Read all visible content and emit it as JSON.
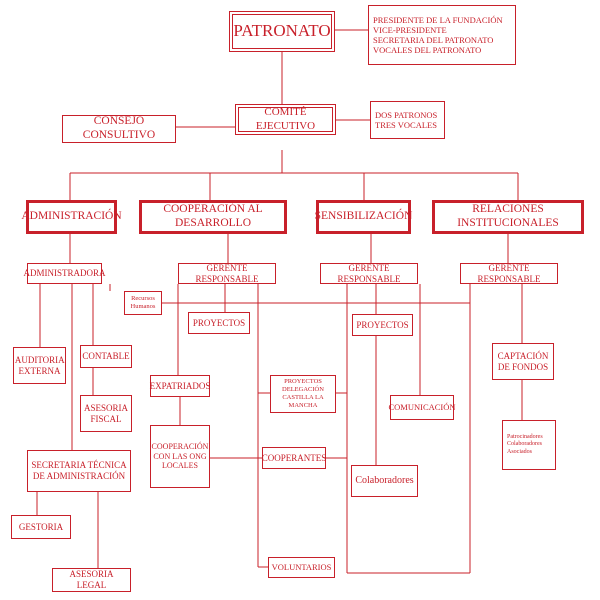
{
  "patronato": "PATRONATO",
  "patronato_members": [
    "PRESIDENTE DE LA FUNDACIÓN",
    "VICE-PRESIDENTE",
    "SECRETARIA DEL PATRONATO",
    "VOCALES DEL PATRONATO"
  ],
  "comite": "COMITÉ EJECUTIVO",
  "consejo": "CONSEJO CONSULTIVO",
  "comite_members": [
    "DOS PATRONOS",
    "TRES VOCALES"
  ],
  "areas": {
    "administracion": "ADMINISTRACIÓN",
    "cooperacion": "COOPERACIÓN AL DESARROLLO",
    "sensibilizacion": "SENSIBILIZACIÓN",
    "relaciones": "RELACIONES INSTITUCIONALES"
  },
  "admin": {
    "administradora": "ADMINISTRADORA",
    "rrhh": "Recursos Humanos",
    "auditoria": "AUDITORIA EXTERNA",
    "contable": "CONTABLE",
    "asesoria_fiscal": "ASESORIA FISCAL",
    "secretaria": "SECRETARIA TÉCNICA DE ADMINISTRACIÓN",
    "gestoria": "GESTORIA",
    "asesoria_legal": "ASESORIA LEGAL"
  },
  "coop": {
    "gerente": "GERENTE RESPONSABLE",
    "proyectos": "PROYECTOS",
    "expatriados": "EXPATRIADOS",
    "proyectos_delegacion": "PROYECTOS Delegación Castilla la Mancha",
    "ong_locales": "COOPERACIÓN CON LAS ONG LOCALES",
    "cooperantes": "COOPERANTES",
    "voluntarios": "VOLUNTARIOS"
  },
  "sens": {
    "gerente": "GERENTE RESPONSABLE",
    "proyectos": "PROYECTOS",
    "comunicacion": "COMUNICACIÓN",
    "colaboradores": "Colaboradores"
  },
  "rel": {
    "gerente": "GERENTE RESPONSABLE",
    "captacion": "CAPTACIÓN DE FONDOS",
    "socios": [
      "Patrocinadores",
      "Colaboradores",
      "Asociados"
    ]
  },
  "colors": {
    "line": "#c8202a"
  }
}
